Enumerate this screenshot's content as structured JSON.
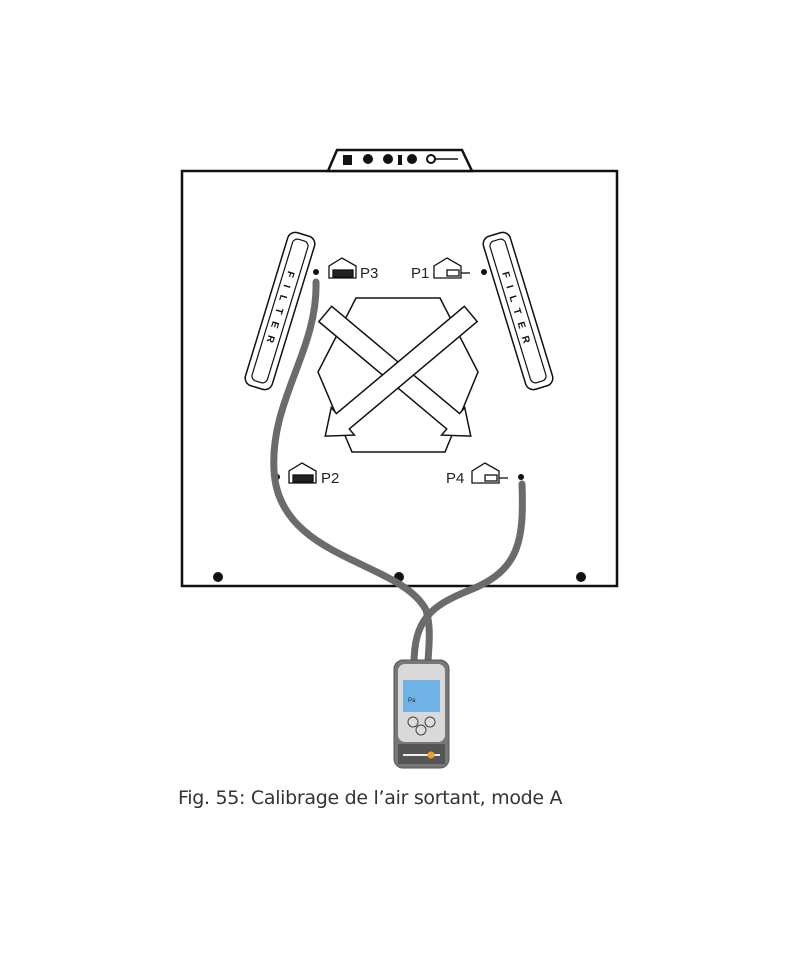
{
  "figure": {
    "caption": "Fig. 55: Calibrage de l’air sortant, mode A",
    "filter_label": "FILTER",
    "ports": {
      "p1": "P1",
      "p2": "P2",
      "p3": "P3",
      "p4": "P4"
    },
    "meter_display": "Pa"
  },
  "colors": {
    "tube": "#6b6b6b",
    "meter_screen": "#6fb3e6",
    "meter_body": "#8a8a8a",
    "meter_accent": "#f0a020"
  }
}
